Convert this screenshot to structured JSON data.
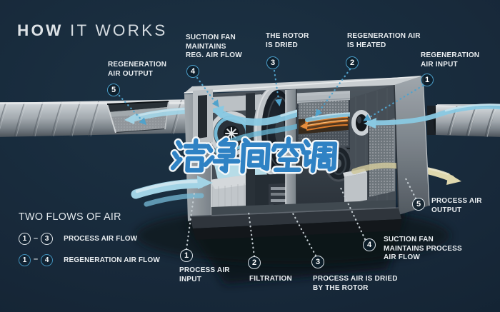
{
  "title": {
    "bold": "HOW",
    "light": " IT WORKS"
  },
  "watermark": {
    "text": "洁净间空调"
  },
  "callouts": [
    {
      "id": "regeneration-air-output",
      "num": "5",
      "lines": [
        "REGENERATION",
        "AIR OUTPUT"
      ]
    },
    {
      "id": "suction-fan-reg",
      "num": "4",
      "lines": [
        "SUCTION FAN",
        "MAINTAINS",
        "REG. AIR FLOW"
      ]
    },
    {
      "id": "rotor-is-dried",
      "num": "3",
      "lines": [
        "THE ROTOR",
        "IS DRIED"
      ]
    },
    {
      "id": "regeneration-air-heated",
      "num": "2",
      "lines": [
        "REGENERATION AIR",
        "IS HEATED"
      ]
    },
    {
      "id": "regeneration-air-input",
      "num": "1",
      "lines": [
        "REGENERATION",
        "AIR INPUT"
      ]
    },
    {
      "id": "process-air-input",
      "num": "1",
      "lines": [
        "PROCESS AIR",
        "INPUT"
      ]
    },
    {
      "id": "filtration",
      "num": "2",
      "lines": [
        "FILTRATION"
      ]
    },
    {
      "id": "process-air-dried",
      "num": "3",
      "lines": [
        "PROCESS AIR IS DRIED",
        "BY THE ROTOR"
      ]
    },
    {
      "id": "suction-fan-process",
      "num": "4",
      "lines": [
        "SUCTION FAN",
        "MAINTAINS PROCESS",
        "AIR FLOW"
      ]
    },
    {
      "id": "process-air-output",
      "num": "5",
      "lines": [
        "PROCESS AIR",
        "OUTPUT"
      ]
    }
  ],
  "legend": {
    "title": "TWO FLOWS OF AIR",
    "rows": [
      {
        "from": "1",
        "dash": "–",
        "to": "3",
        "label": "PROCESS AIR FLOW",
        "circle_style": "white"
      },
      {
        "from": "1",
        "dash": "–",
        "to": "4",
        "label": "REGENERATION AIR FLOW",
        "circle_style": "blue"
      }
    ]
  },
  "colors": {
    "background": "#17293a",
    "callout_blue": "#4aa2ce",
    "callout_white": "#dbe2e7",
    "flow_blue": "#9ed8ee",
    "heater_orange": "#e5822e",
    "process_out_cream": "#e9e1b6",
    "watermark_blue": "#2f82c4",
    "label_text": "#e9edf0"
  }
}
